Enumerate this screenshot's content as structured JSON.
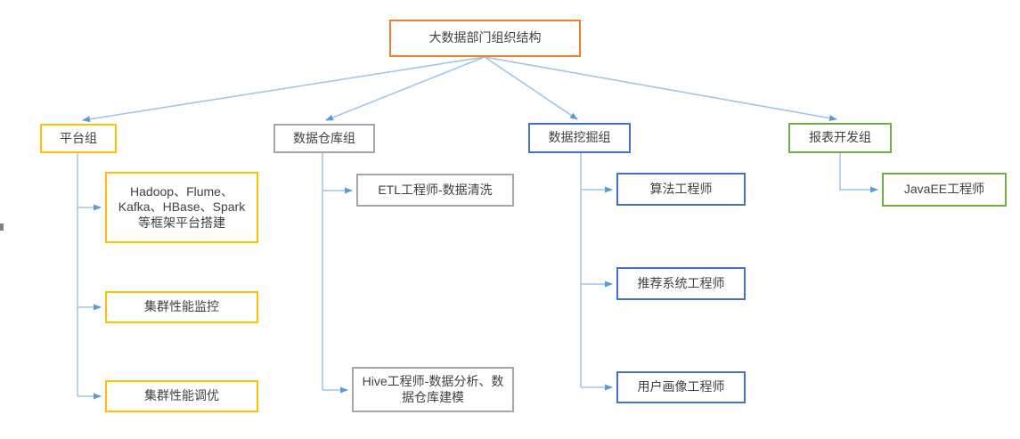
{
  "title": "大数据部门组织结构",
  "groups": {
    "platform": {
      "label": "平台组"
    },
    "warehouse": {
      "label": "数据仓库组"
    },
    "mining": {
      "label": "数据挖掘组"
    },
    "report": {
      "label": "报表开发组"
    }
  },
  "roles": {
    "platform": [
      "Hadoop、Flume、Kafka、HBase、Spark等框架平台搭建",
      "集群性能监控",
      "集群性能调优"
    ],
    "warehouse": [
      "ETL工程师-数据清洗",
      "Hive工程师-数据分析、数据仓库建模"
    ],
    "mining": [
      "算法工程师",
      "推荐系统工程师",
      "用户画像工程师"
    ],
    "report": [
      "JavaEE工程师"
    ]
  },
  "colors": {
    "root_border": "#ED7D31",
    "platform_border": "#FFC000",
    "warehouse_border": "#A6A6A6",
    "mining_border": "#4472C4",
    "report_border": "#70AD47",
    "connector_line": "#9DC3E6",
    "arrowhead": "#5B9BD5",
    "text": "#404040"
  }
}
